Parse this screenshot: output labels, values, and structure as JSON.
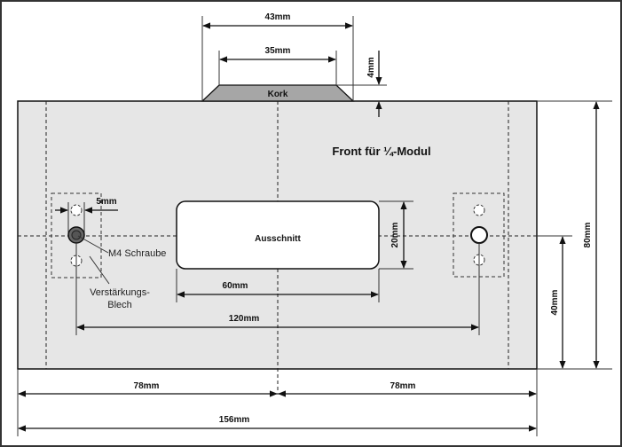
{
  "drawing": {
    "title": "Front für ¼-Modul",
    "kork_label": "Kork",
    "cutout_label": "Ausschnitt",
    "screw_label": "M4 Schraube",
    "plate_label_line1": "Verstärkungs-",
    "plate_label_line2": "Blech",
    "dimensions": {
      "kork_outer_width": "43mm",
      "kork_inner_width": "35mm",
      "kork_height": "4mm",
      "hole_spacing_small": "5mm",
      "cutout_width": "60mm",
      "cutout_height": "20mm",
      "hole_distance": "120mm",
      "center_height": "40mm",
      "total_height": "80mm",
      "half_width_left": "78mm",
      "half_width_right": "78mm",
      "total_width": "156mm"
    },
    "colors": {
      "panel_fill": "#e6e6e6",
      "kork_fill": "#a6a6a6",
      "screw_fill": "#666666"
    }
  }
}
